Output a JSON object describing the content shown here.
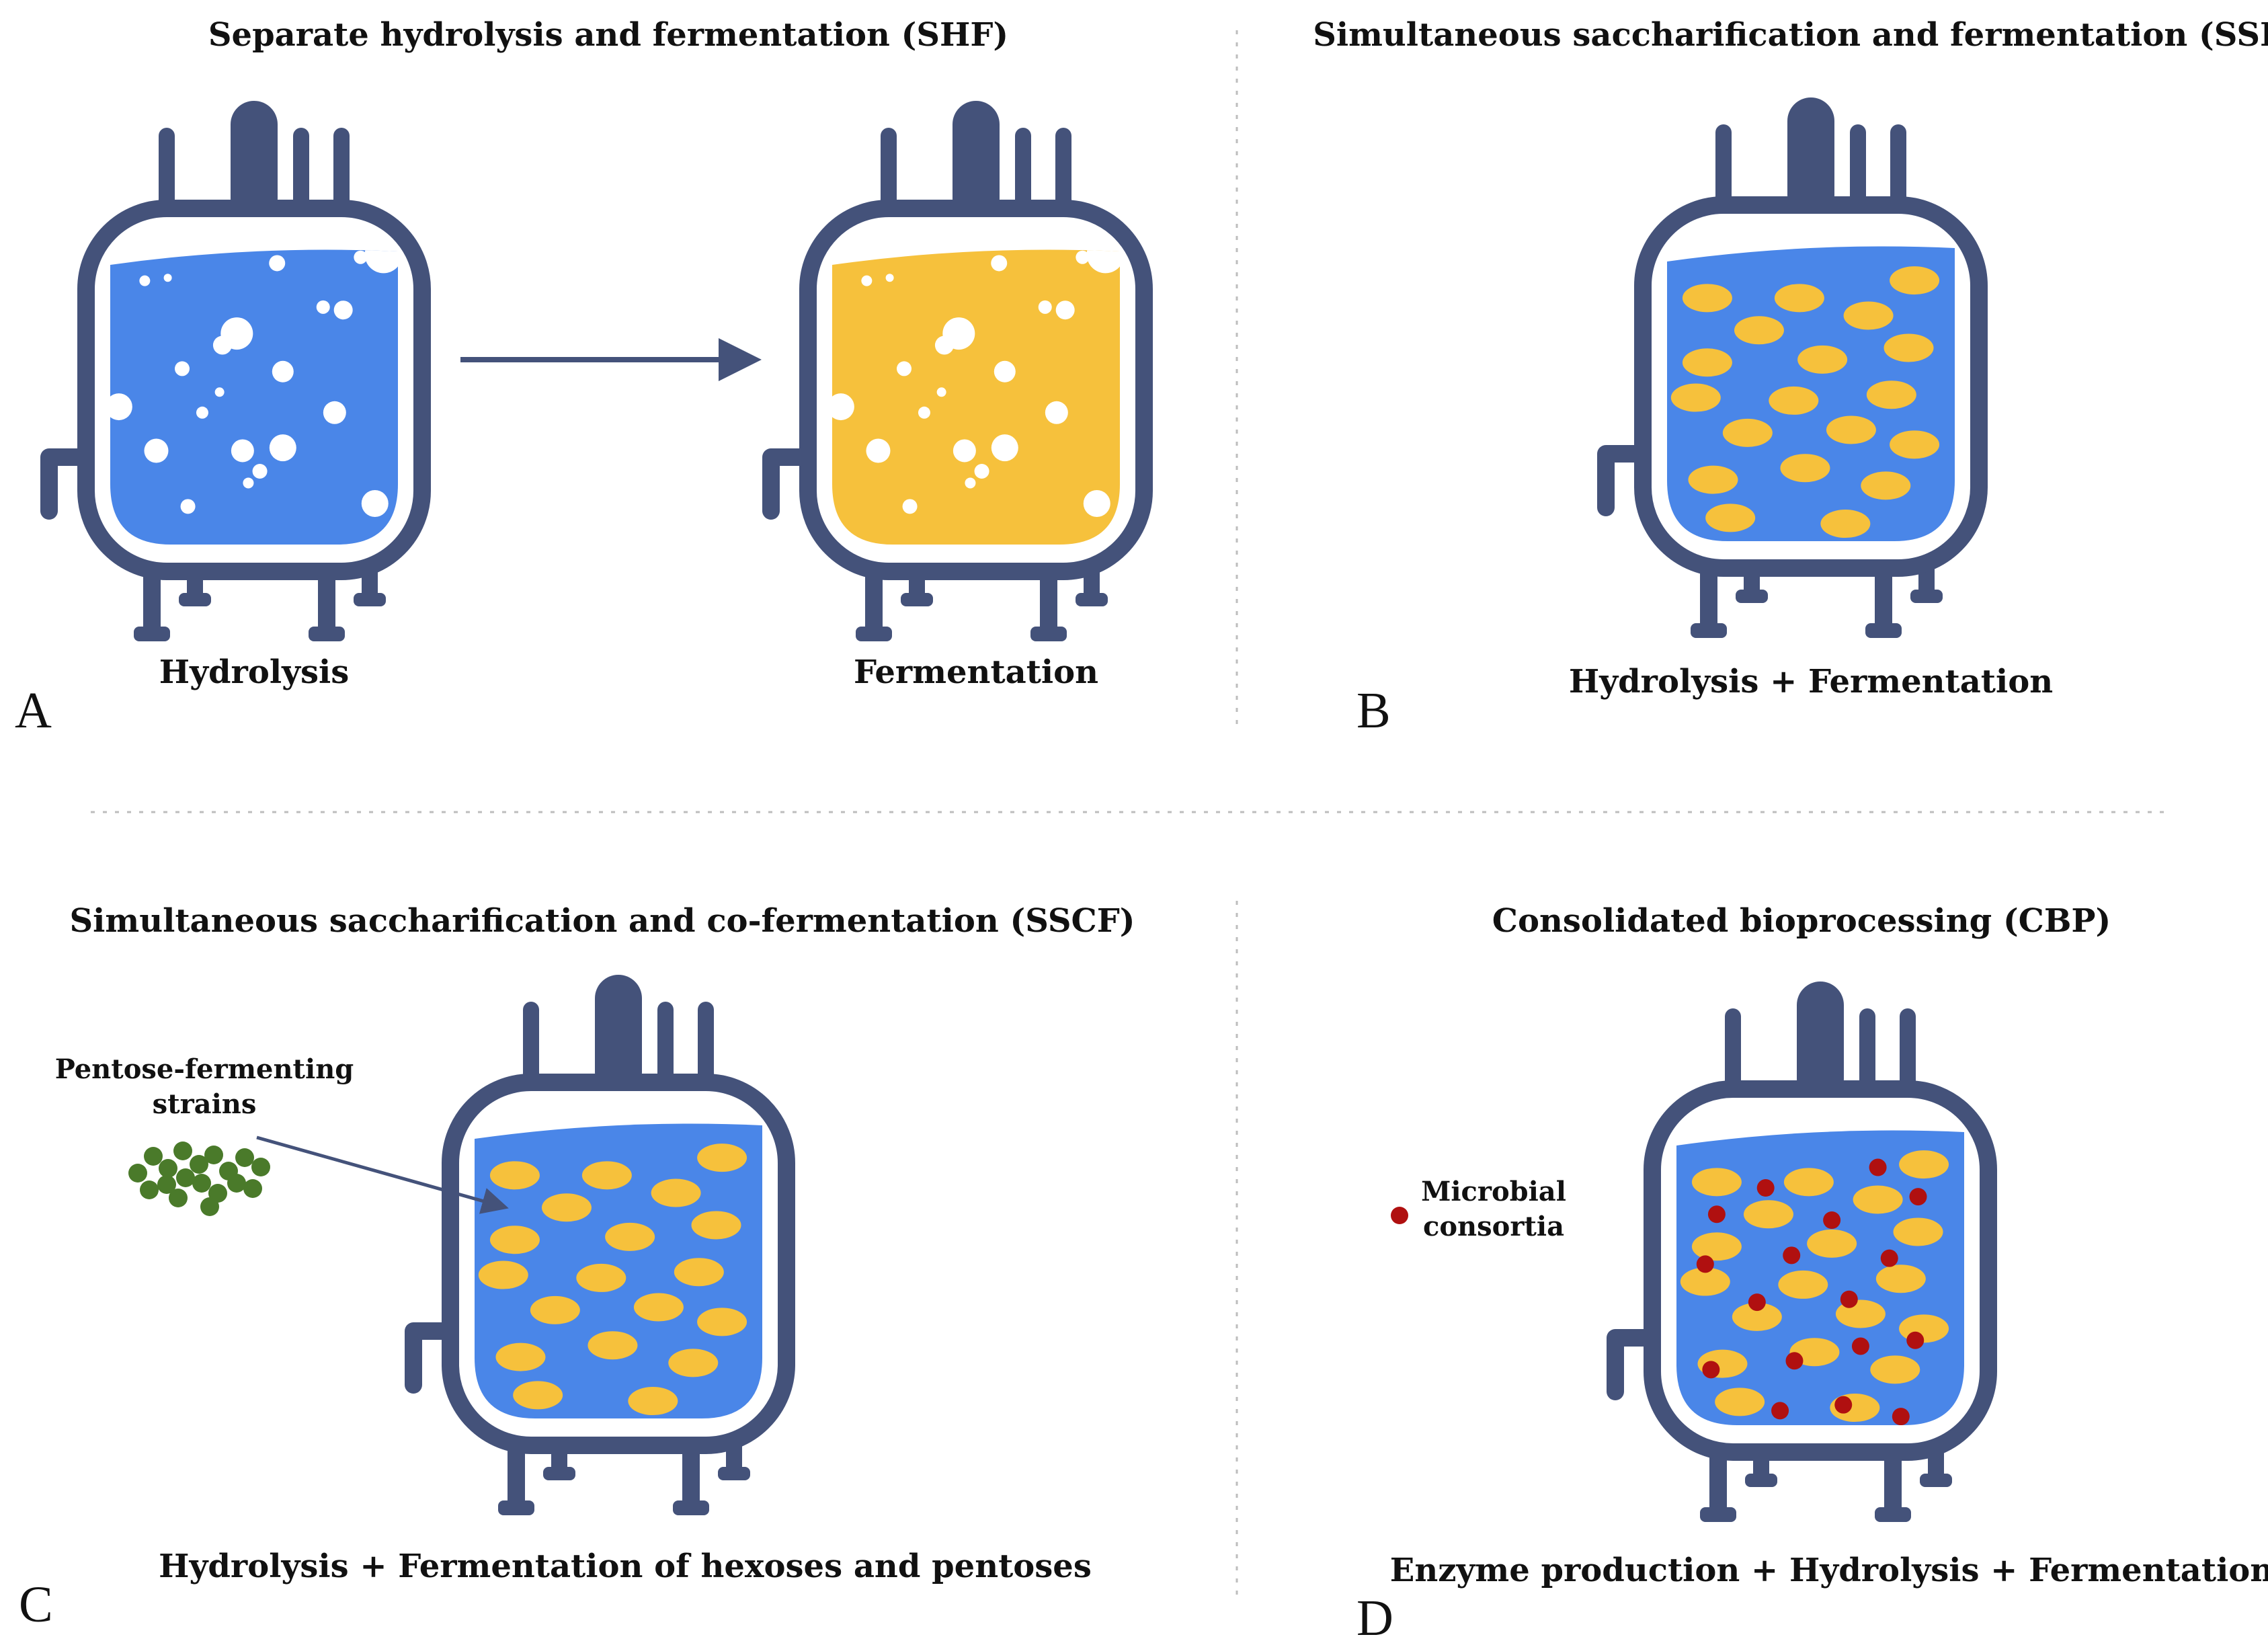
{
  "colors": {
    "reactor_frame": "#44527a",
    "hydrolysis_liquid": "#4a86e8",
    "fermentation_liquid": "#f6c13c",
    "hexose_particle": "#f6c13c",
    "bubble": "#ffffff",
    "pentose_strain": "#4a7a2a",
    "microbial_consortia": "#b01010",
    "arrow": "#44527a"
  },
  "icons": {
    "reactor": "bioreactor-vessel-icon",
    "bubble": "bubble-icon",
    "particle": "hexose-particle-icon",
    "strain": "pentose-strain-cell-icon",
    "microbe": "microbial-consortia-dot-icon"
  },
  "panels": {
    "a": {
      "letter": "A",
      "title": "Separate hydrolysis and fermentation (SHF)",
      "reactor_1_label": "Hydrolysis",
      "reactor_2_label": "Fermentation"
    },
    "b": {
      "letter": "B",
      "title": "Simultaneous saccharification and fermentation (SSF)",
      "caption": "Hydrolysis + Fermentation"
    },
    "c": {
      "letter": "C",
      "title": "Simultaneous saccharification and co-fermentation (SSCF)",
      "caption": "Hydrolysis + Fermentation of hexoses and pentoses",
      "annotation_line1": "Pentose-fermenting",
      "annotation_line2": "strains"
    },
    "d": {
      "letter": "D",
      "title": "Consolidated bioprocessing (CBP)",
      "caption": "Enzyme production + Hydrolysis + Fermentation",
      "legend_line1": "Microbial",
      "legend_line2": "consortia"
    }
  }
}
